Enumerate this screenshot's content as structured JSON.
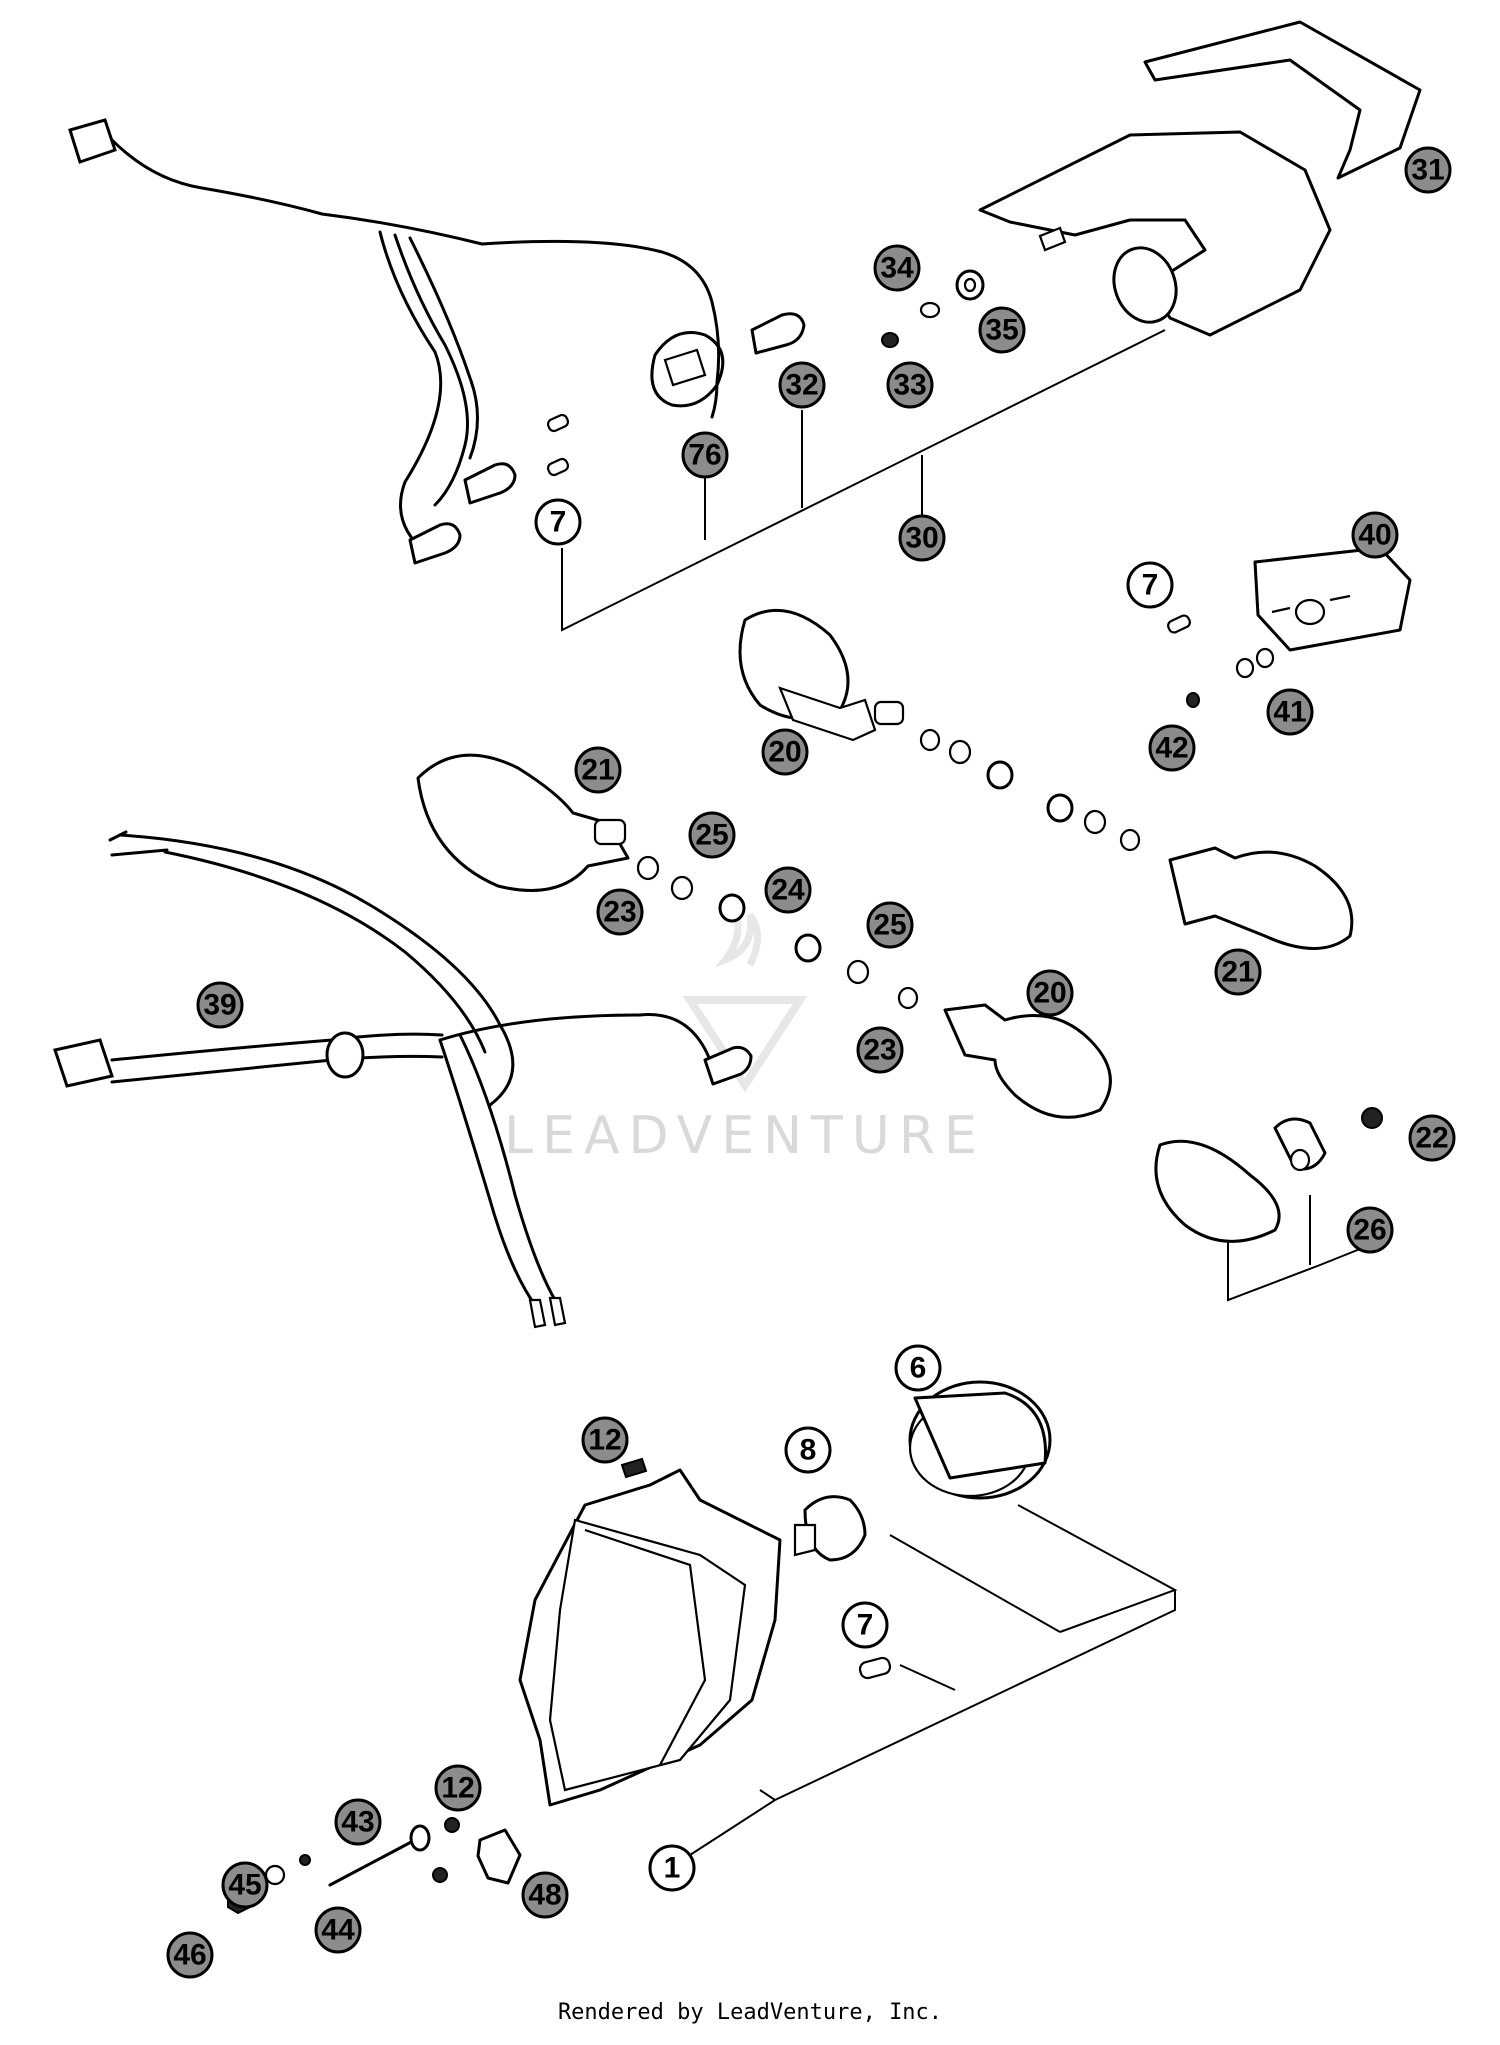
{
  "callouts": {
    "p1": "1",
    "p6": "6",
    "p7a": "7",
    "p7b": "7",
    "p7c": "7",
    "p8": "8",
    "p12a": "12",
    "p12b": "12",
    "p20a": "20",
    "p20b": "20",
    "p21a": "21",
    "p21b": "21",
    "p22": "22",
    "p23a": "23",
    "p23b": "23",
    "p24": "24",
    "p25a": "25",
    "p25b": "25",
    "p26": "26",
    "p30": "30",
    "p31": "31",
    "p32": "32",
    "p33": "33",
    "p34": "34",
    "p35": "35",
    "p39": "39",
    "p40": "40",
    "p41": "41",
    "p42": "42",
    "p43": "43",
    "p44": "44",
    "p45": "45",
    "p46": "46",
    "p48": "48",
    "p76": "76"
  },
  "watermark": "LEADVENTURE",
  "footer": "Rendered by LeadVenture, Inc."
}
